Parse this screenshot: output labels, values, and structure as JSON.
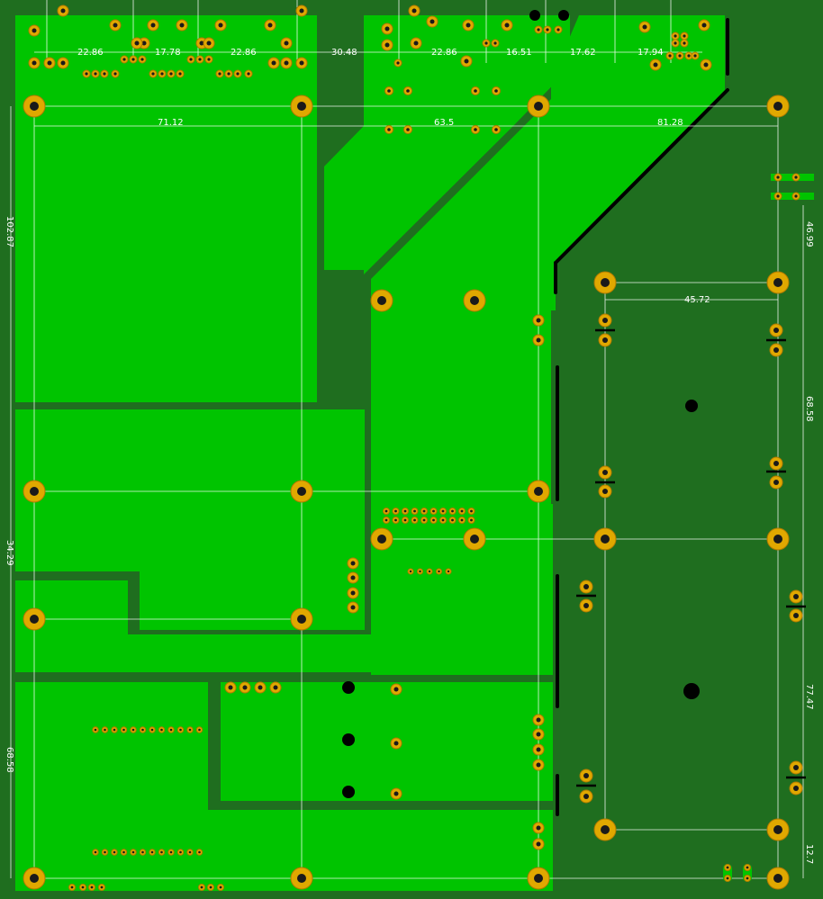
{
  "colors": {
    "board_dark": "#1f6e1f",
    "copper_pour": "#00c400",
    "pad_gold": "#e0a800",
    "pad_ring": "#b07a00",
    "hole_black": "#000000",
    "dim_line": "#ffffff"
  },
  "dimensions": {
    "top_row": [
      "22.86",
      "17.78",
      "22.86",
      "30.48",
      "22.86",
      "16.51",
      "17.62",
      "17.94"
    ],
    "second_row": [
      "71.12",
      "63.5",
      "81.28"
    ],
    "left_col": [
      "102.87",
      "34.29",
      "68.58"
    ],
    "right_col": [
      "46.99",
      "68.58",
      "77.47",
      "12.7"
    ],
    "right_inner": "45.72"
  }
}
